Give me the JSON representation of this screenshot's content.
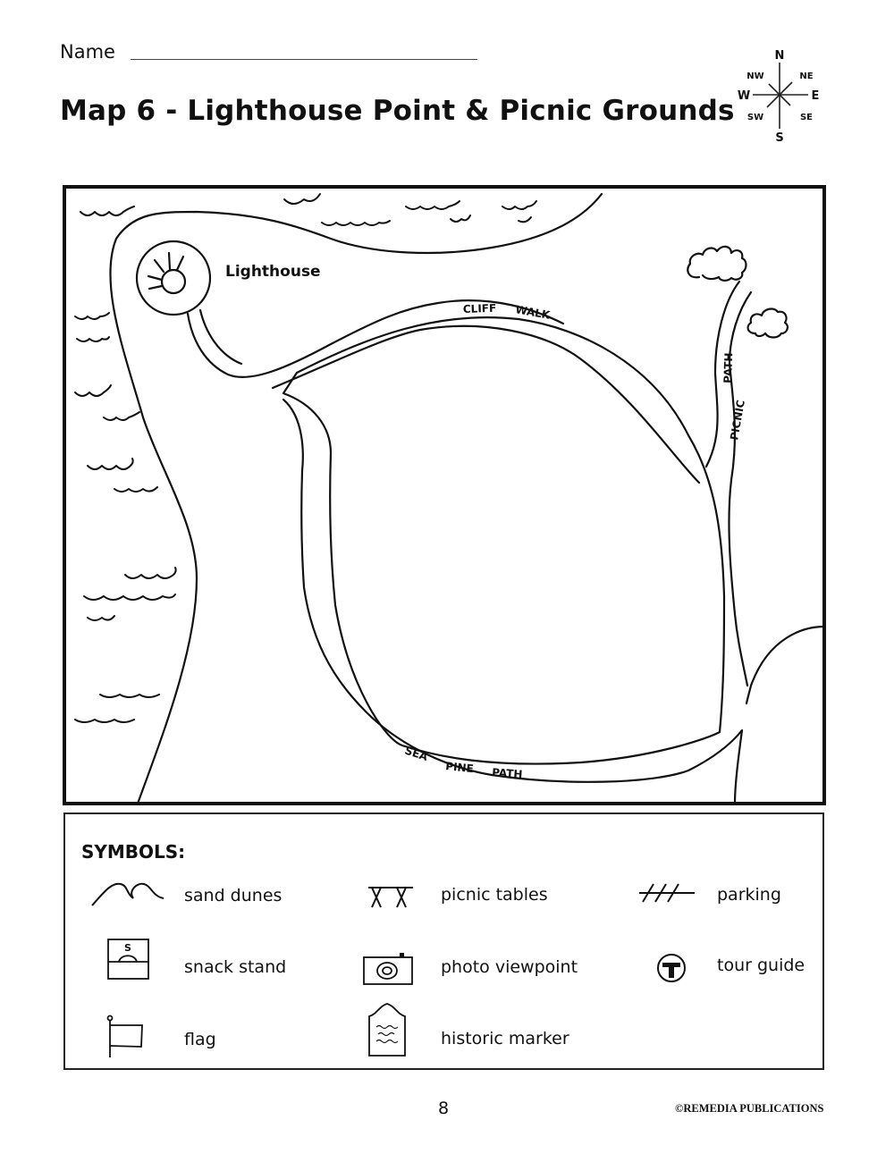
{
  "header": {
    "name_label": "Name",
    "title": "Map 6 - Lighthouse Point & Picnic Grounds"
  },
  "compass": {
    "n": "N",
    "s": "S",
    "e": "E",
    "w": "W",
    "ne": "NE",
    "nw": "NW",
    "se": "SE",
    "sw": "SW"
  },
  "map": {
    "labels": {
      "lighthouse": "Lighthouse",
      "cliff_walk": [
        "CLIFF",
        "WALK"
      ],
      "picnic_path": [
        "PICNIC",
        "PATH"
      ],
      "sea_pine_path": [
        "SEA",
        "PINE",
        "PATH"
      ]
    }
  },
  "symbols": {
    "title": "SYMBOLS:",
    "items": [
      {
        "icon": "sand-dunes-icon",
        "label": "sand dunes"
      },
      {
        "icon": "picnic-tables-icon",
        "label": "picnic tables"
      },
      {
        "icon": "parking-icon",
        "label": "parking"
      },
      {
        "icon": "snack-stand-icon",
        "label": "snack stand",
        "icon_text": "S"
      },
      {
        "icon": "photo-viewpoint-icon",
        "label": "photo viewpoint"
      },
      {
        "icon": "tour-guide-icon",
        "label": "tour guide",
        "icon_text": "T"
      },
      {
        "icon": "flag-icon",
        "label": "flag"
      },
      {
        "icon": "historic-marker-icon",
        "label": "historic marker"
      }
    ]
  },
  "footer": {
    "page_number": "8",
    "copyright": "©REMEDIA PUBLICATIONS"
  }
}
